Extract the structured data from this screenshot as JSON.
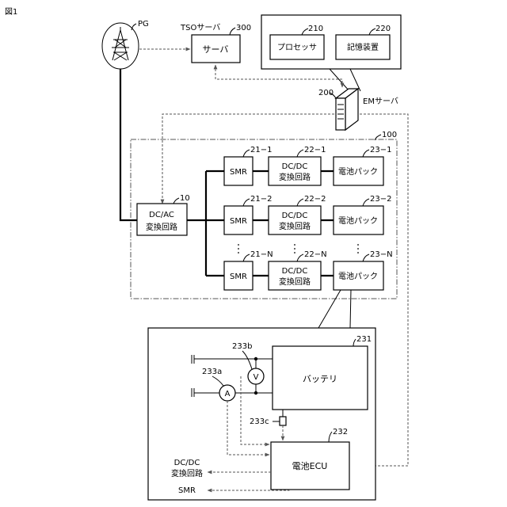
{
  "figure_label": "図1",
  "pg": {
    "label": "PG"
  },
  "tso": {
    "title": "TSOサーバ",
    "ref": "300",
    "box": "サーバ"
  },
  "em": {
    "ref": "200",
    "label": "EMサーバ",
    "processor": {
      "ref": "210",
      "label": "プロセッサ"
    },
    "storage": {
      "ref": "220",
      "label": "記憶装置"
    }
  },
  "system": {
    "ref": "100"
  },
  "dcac": {
    "ref": "10",
    "line1": "DC/AC",
    "line2": "変換回路"
  },
  "rows": [
    {
      "smr_ref": "21−1",
      "dcdc_ref": "22−1",
      "bp_ref": "23−1",
      "smr": "SMR",
      "dcdc1": "DC/DC",
      "dcdc2": "変換回路",
      "bp": "電池パック"
    },
    {
      "smr_ref": "21−2",
      "dcdc_ref": "22−2",
      "bp_ref": "23−2",
      "smr": "SMR",
      "dcdc1": "DC/DC",
      "dcdc2": "変換回路",
      "bp": "電池パック"
    },
    {
      "smr_ref": "21−N",
      "dcdc_ref": "22−N",
      "bp_ref": "23−N",
      "smr": "SMR",
      "dcdc1": "DC/DC",
      "dcdc2": "変換回路",
      "bp": "電池パック"
    }
  ],
  "pack": {
    "ref": "231",
    "battery": "バッテリ",
    "voltmeter": {
      "ref": "233b",
      "symbol": "V"
    },
    "ammeter": {
      "ref": "233a",
      "symbol": "A"
    },
    "temp_ref": "233c",
    "ecu": {
      "ref": "232",
      "label": "電池ECU"
    },
    "out_dcdc1": "DC/DC",
    "out_dcdc2": "変換回路",
    "out_smr": "SMR"
  }
}
